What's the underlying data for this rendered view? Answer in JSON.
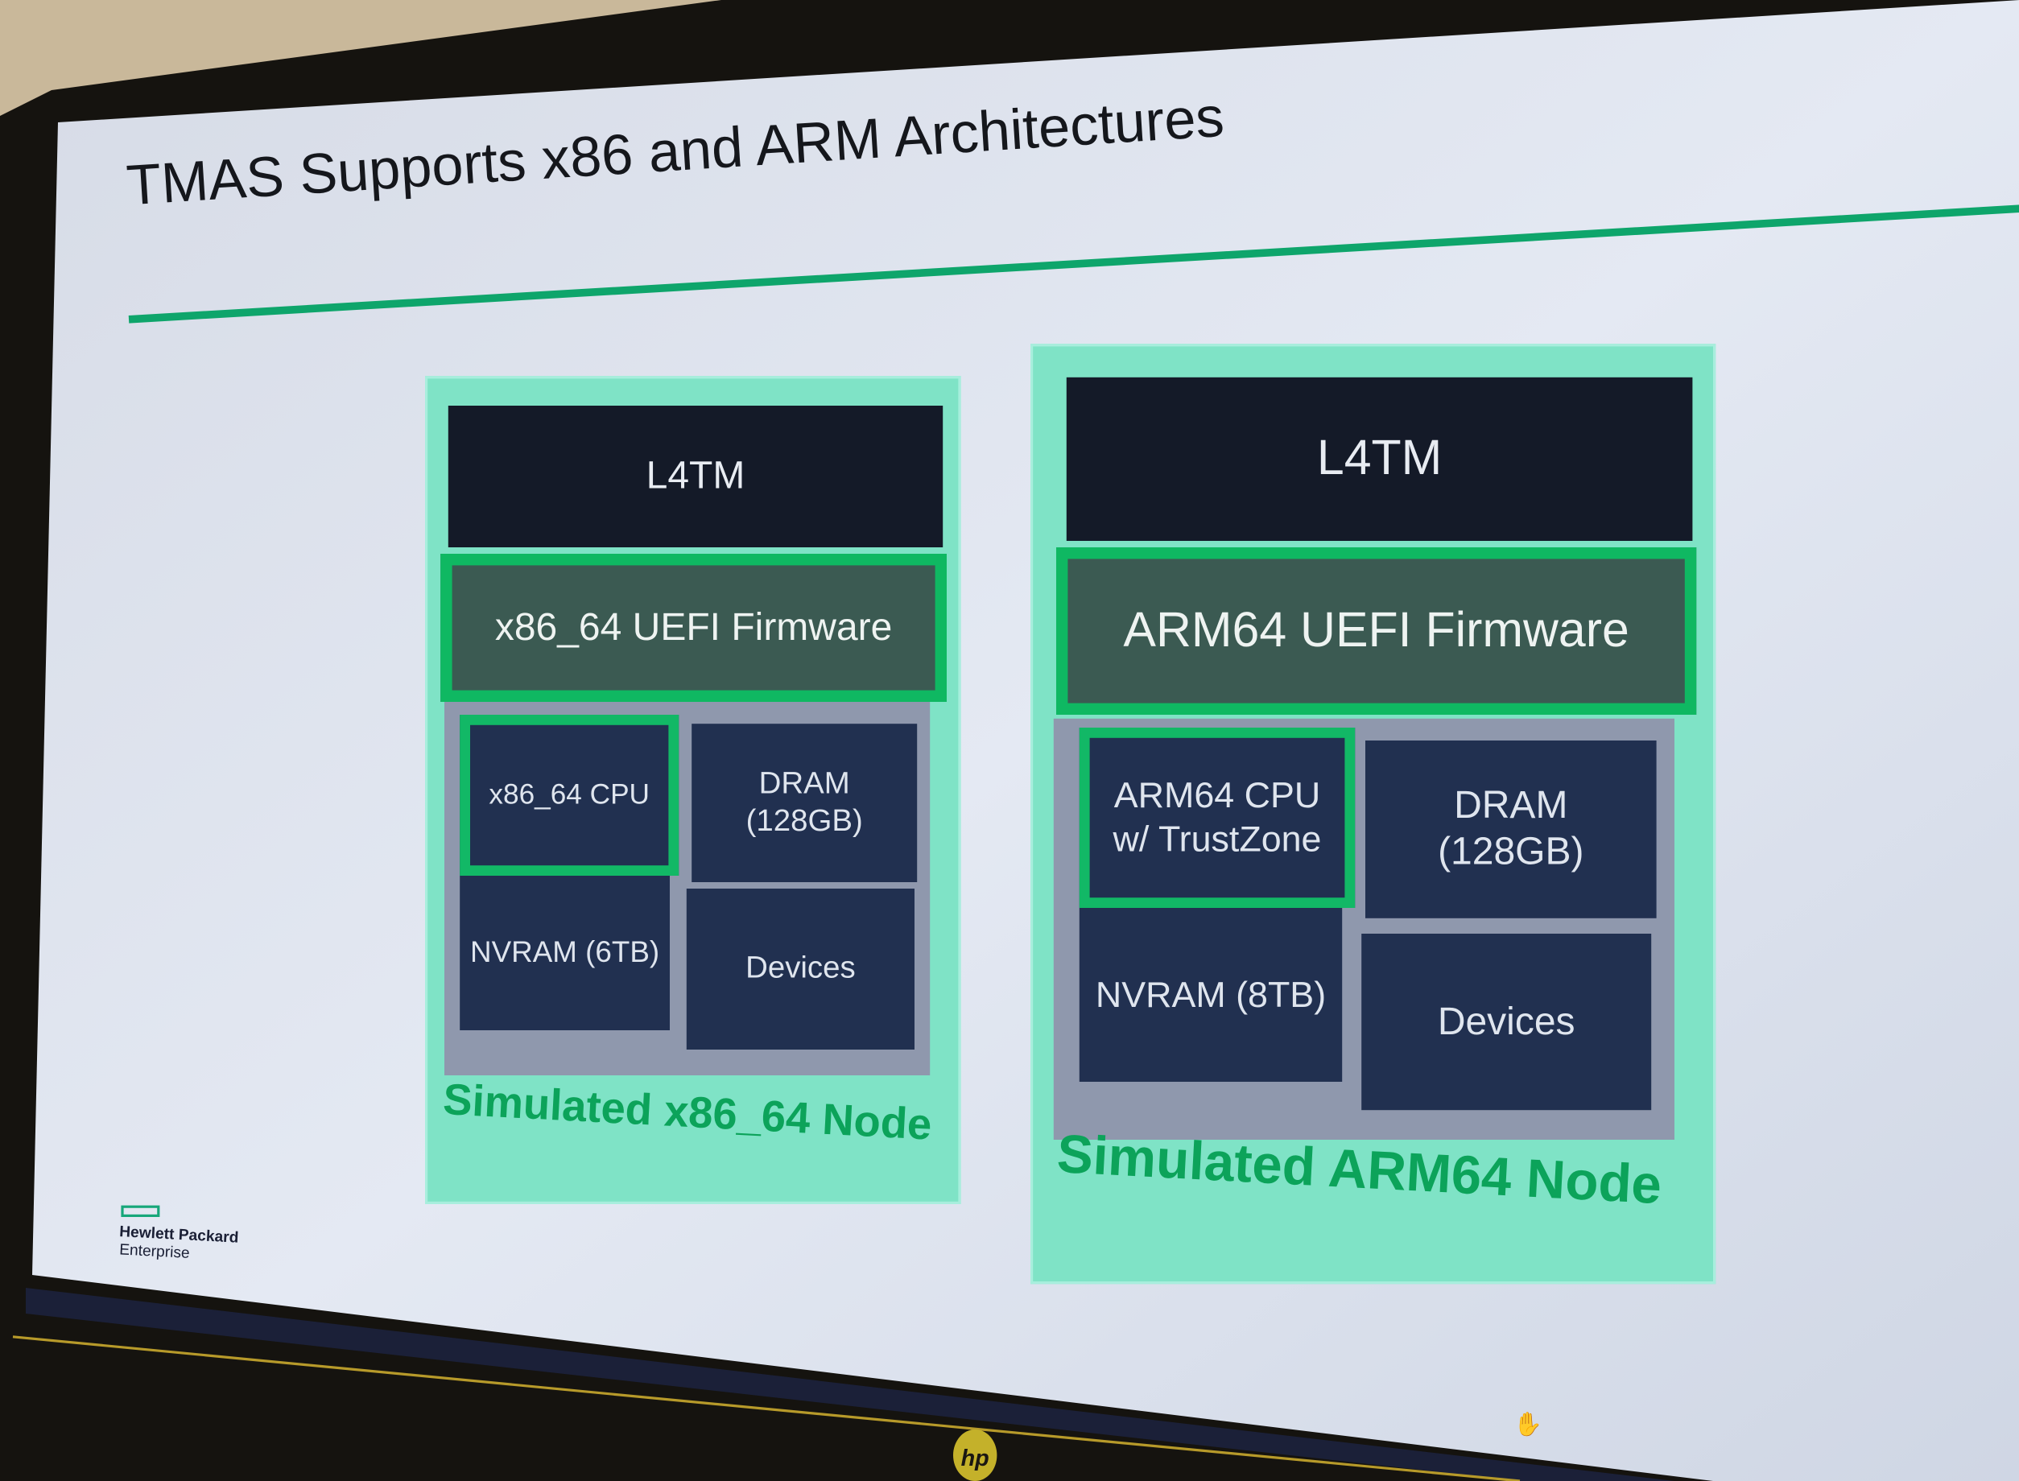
{
  "slide": {
    "title": "TMAS Supports x86 and ARM Architectures",
    "accent_color": "#01a982",
    "nodes": [
      {
        "label": "Simulated x86_64 Node",
        "os": "L4TM",
        "firmware": "x86_64 UEFI Firmware",
        "cpu": "x86_64 CPU",
        "dram": "DRAM\n(128GB)",
        "nvram": "NVRAM (6TB)",
        "devices": "Devices"
      },
      {
        "label": "Simulated ARM64 Node",
        "os": "L4TM",
        "firmware": "ARM64 UEFI Firmware",
        "cpu": "ARM64 CPU\nw/ TrustZone",
        "dram": "DRAM\n(128GB)",
        "nvram": "NVRAM (8TB)",
        "devices": "Devices"
      }
    ],
    "logo": {
      "line1": "Hewlett Packard",
      "line2": "Enterprise"
    }
  },
  "monitor": {
    "brand": "hp",
    "cursor_icon": "hand-cursor-icon"
  }
}
